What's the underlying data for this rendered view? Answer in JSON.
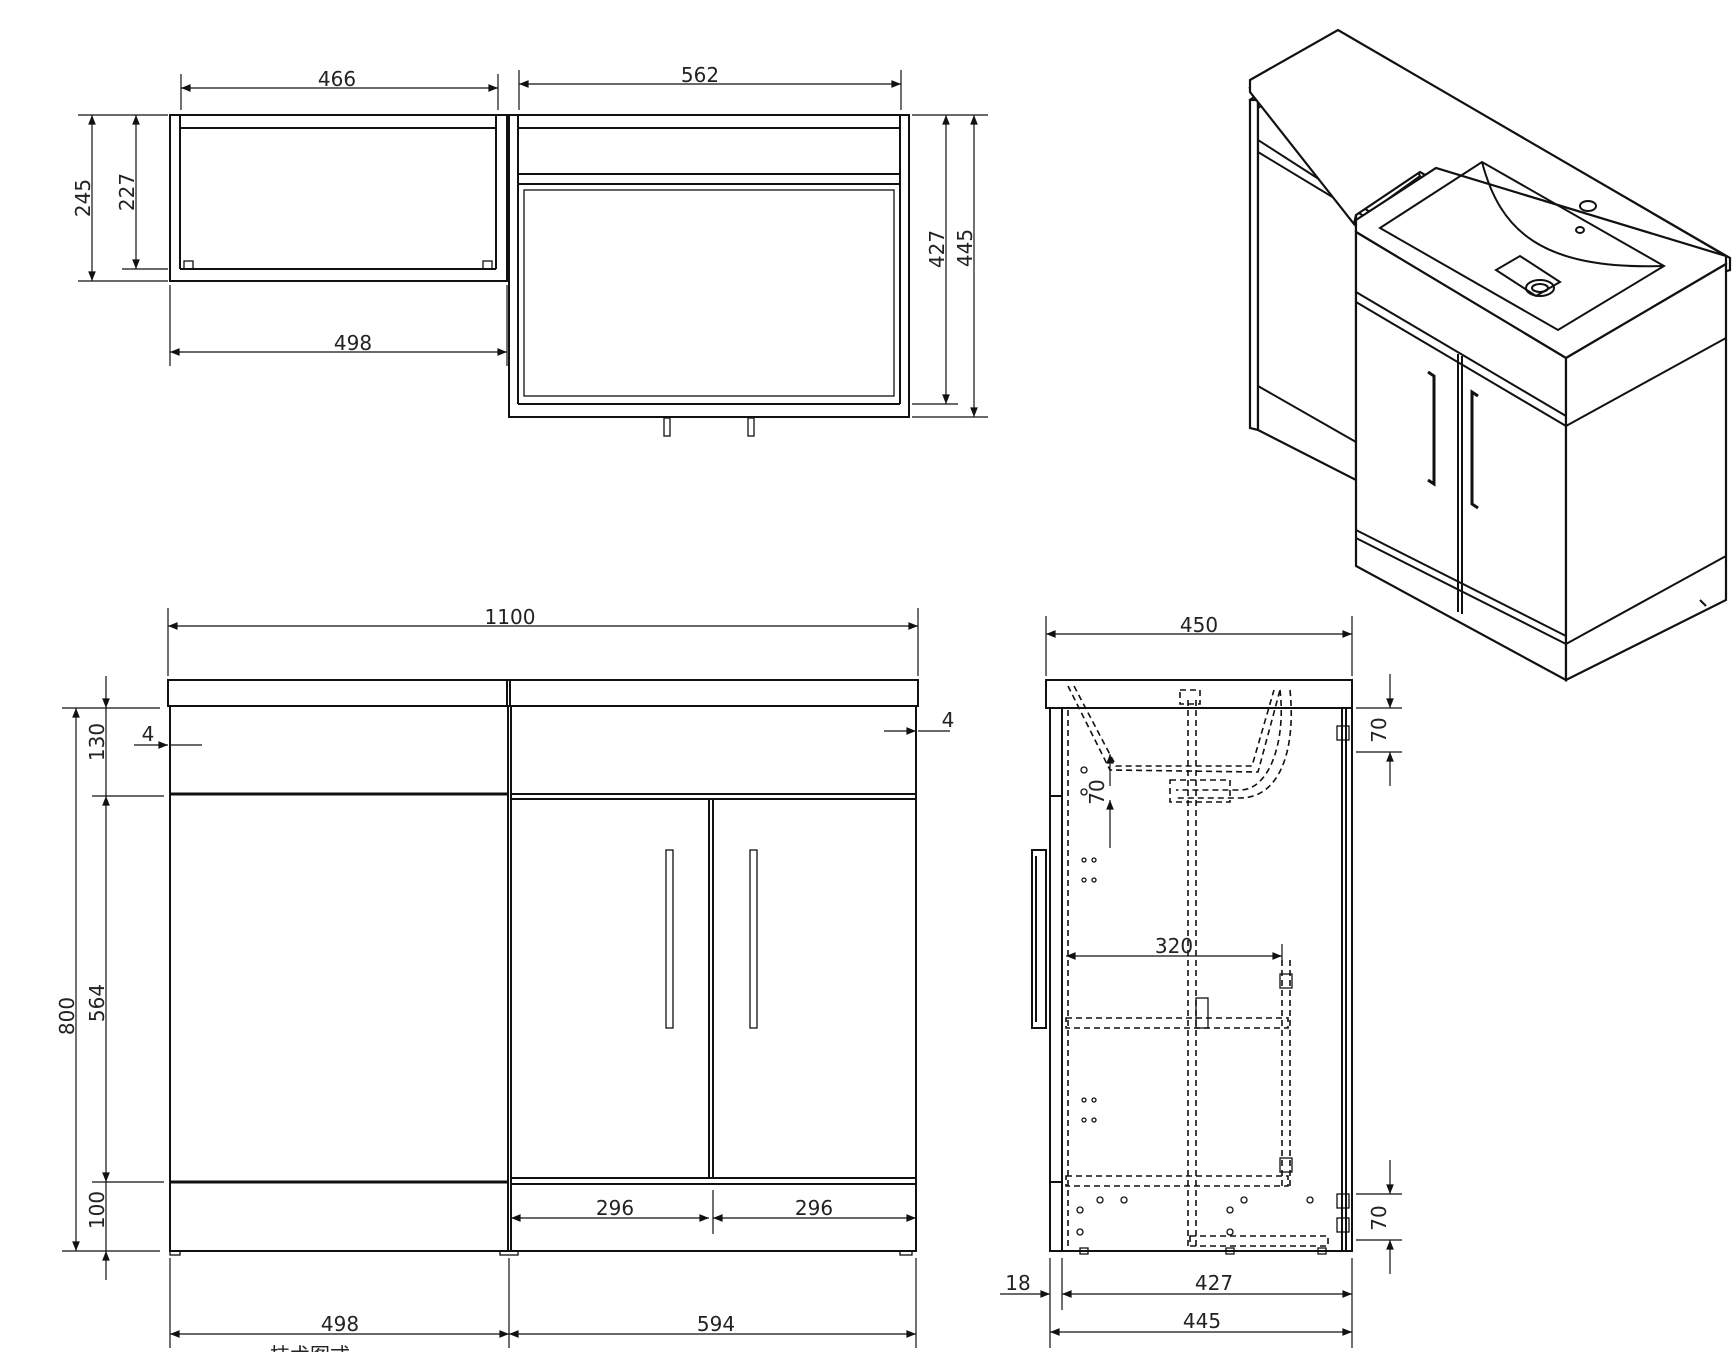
{
  "drawing": {
    "top_view": {
      "dims": {
        "width_left": "466",
        "width_right": "562",
        "depth_outer_left": "245",
        "depth_inner_left": "227",
        "base_left": "498",
        "depth_inner_right": "427",
        "depth_outer_right": "445"
      }
    },
    "front_view": {
      "dims": {
        "total_width": "1100",
        "height_total": "800",
        "height_top": "130",
        "height_doors": "564",
        "height_plinth": "100",
        "inset_left": "4",
        "inset_right": "4",
        "door_left": "296",
        "door_right": "296",
        "base_left": "498",
        "base_right": "594"
      }
    },
    "side_view": {
      "dims": {
        "top_width": "450",
        "drawer_depth": "320",
        "top_offset": "70",
        "inner_offset": "70",
        "bottom_offset": "70",
        "panel": "18",
        "inner_depth": "427",
        "outer_depth": "445"
      }
    },
    "footer_text": "技术图式"
  }
}
